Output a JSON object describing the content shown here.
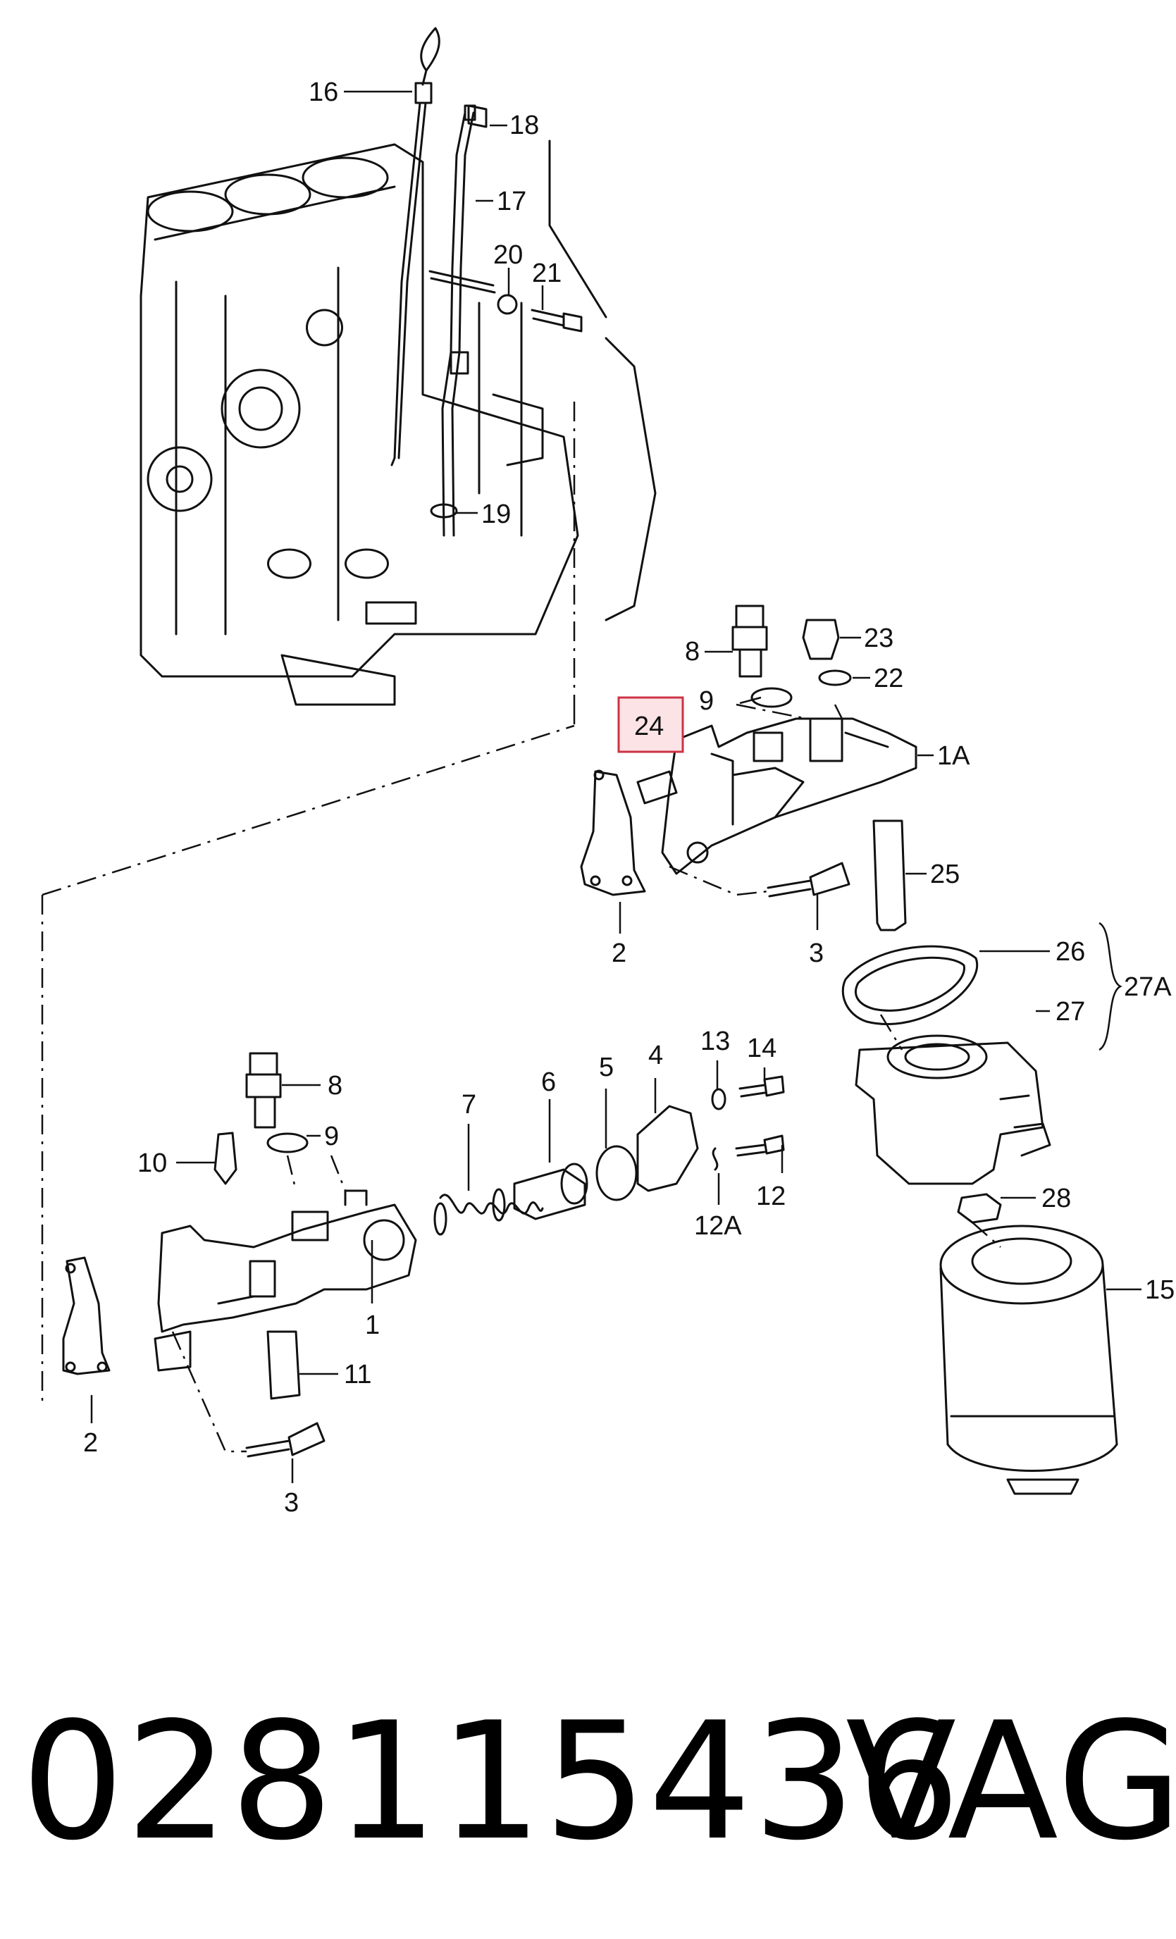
{
  "diagram": {
    "highlight_color": "#cc3344",
    "callouts": {
      "c16": "16",
      "c18": "18",
      "c17": "17",
      "c20": "20",
      "c21": "21",
      "c19": "19",
      "c8a": "8",
      "c23": "23",
      "c9a": "9",
      "c22": "22",
      "c24": "24",
      "c1A": "1A",
      "c2a": "2",
      "c25": "25",
      "c3a": "3",
      "c26": "26",
      "c27A": "27A",
      "c27": "27",
      "c8b": "8",
      "c9b": "9",
      "c10": "10",
      "c7": "7",
      "c6": "6",
      "c5": "5",
      "c4": "4",
      "c13": "13",
      "c14": "14",
      "c12": "12",
      "c12A": "12A",
      "c28": "28",
      "c15": "15",
      "c11": "11",
      "c1": "1",
      "c2b": "2",
      "c3b": "3"
    }
  },
  "footer": {
    "part_number": "028115436",
    "brand": "VAG"
  }
}
